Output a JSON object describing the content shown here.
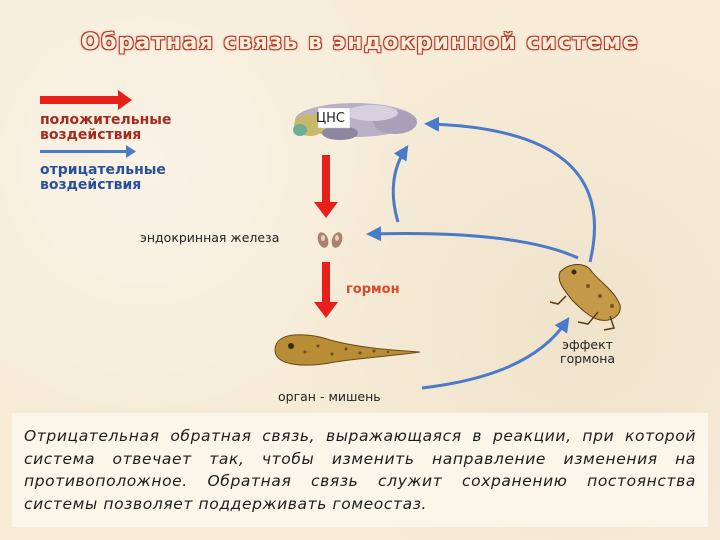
{
  "title": "Обратная связь в эндокринной системе",
  "legend": {
    "positive_label": "положительные воздействия",
    "negative_label": "отрицательные воздействия",
    "positive_color": "#e8201c",
    "negative_color": "#4a7bc8"
  },
  "nodes": {
    "cns": "ЦНС",
    "endocrine_gland": "эндокринная железа",
    "hormone": "гормон",
    "effect_line1": "эффект",
    "effect_line2": "гормона",
    "target_organ": "орган - мишень"
  },
  "icons": {
    "cns": "brain-icon",
    "gland": "gland-icon",
    "target": "tadpole-icon",
    "effect": "frog-icon"
  },
  "description": "Отрицательная обратная связь, выражающаяся в реакции, при которой система отвечает так, чтобы изменить направление изменения на противоположное. Обратная связь служит сохранению постоянства системы позволяет поддерживать гомеостаз."
}
